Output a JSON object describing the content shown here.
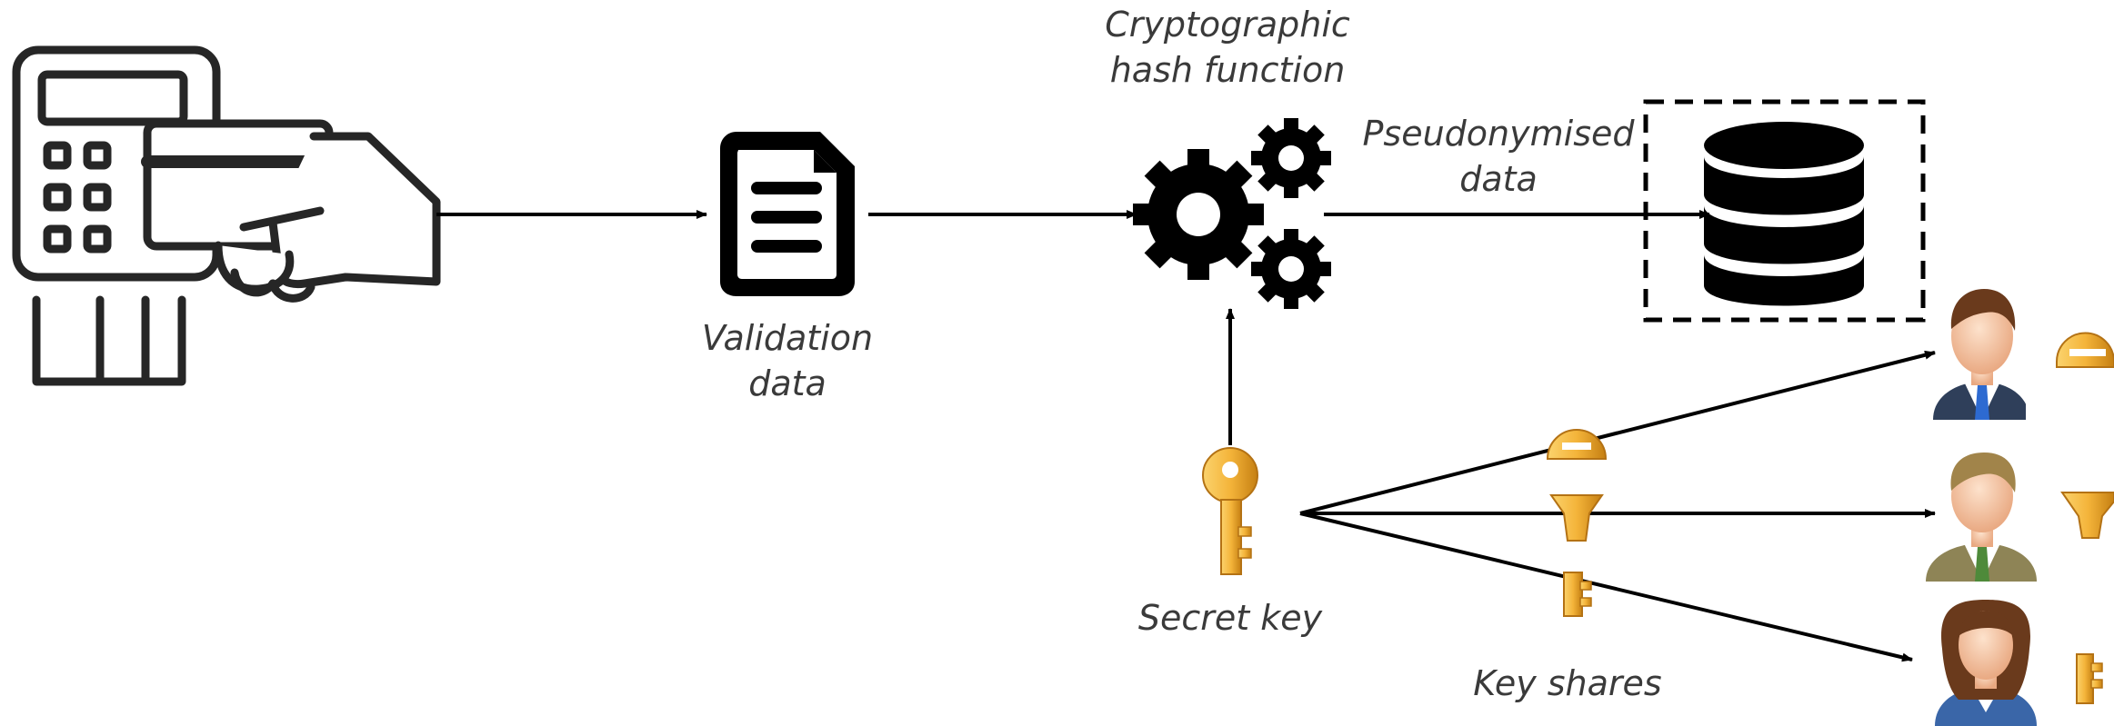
{
  "diagram": {
    "labels": {
      "validation_line1": "Validation",
      "validation_line2": "data",
      "hash_line1": "Cryptographic",
      "hash_line2": "hash function",
      "pseudo_line1": "Pseudonymised",
      "pseudo_line2": "data",
      "secret_key": "Secret key",
      "key_shares": "Key shares"
    },
    "icons": {
      "terminal": "card-payment-terminal-icon",
      "document": "document-icon",
      "gears": "gears-icon",
      "database": "database-icon",
      "secret_key": "key-icon",
      "key_share_top": "key-share-icon",
      "key_share_middle": "key-share-icon",
      "key_share_bottom": "key-share-icon",
      "person_top": "person-man-icon",
      "person_middle": "person-man-icon",
      "person_bottom": "person-woman-icon"
    },
    "colors": {
      "line": "#000000",
      "text": "#3a3a3a",
      "key_gold": "#f4b43a",
      "key_dark": "#c57f12",
      "skin": "#f6c8a6",
      "hair_brown": "#6a3a1c",
      "hair_blond": "#a1844a",
      "suit_blue": "#3a66a8",
      "suit_khaki": "#8e8456"
    }
  }
}
